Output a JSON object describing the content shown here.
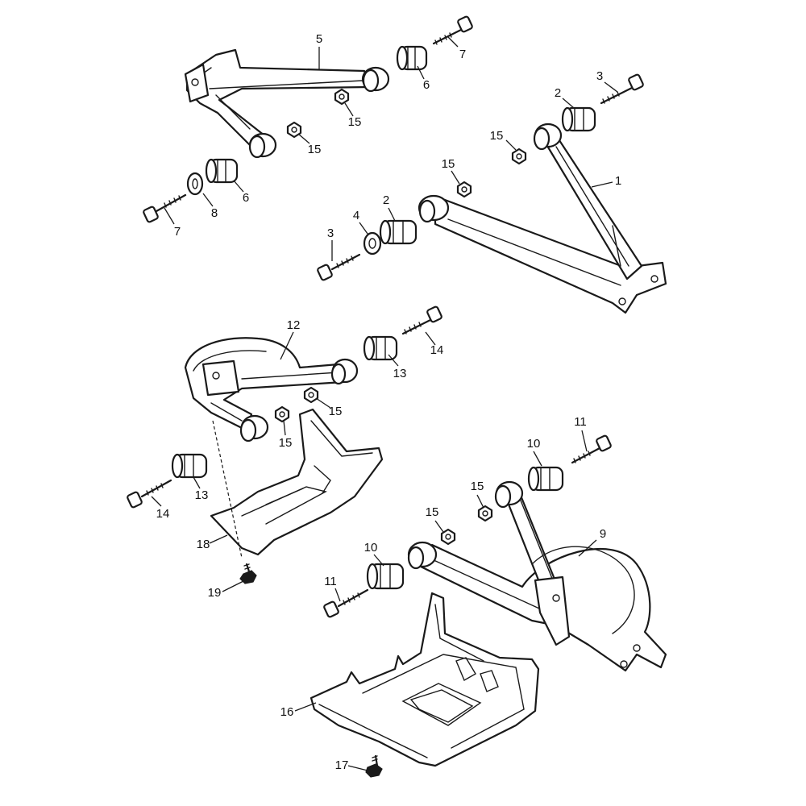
{
  "callouts": {
    "c1": "1",
    "c2a": "2",
    "c2b": "2",
    "c3a": "3",
    "c3b": "3",
    "c4": "4",
    "c5": "5",
    "c6a": "6",
    "c6b": "6",
    "c7a": "7",
    "c7b": "7",
    "c8": "8",
    "c9": "9",
    "c10a": "10",
    "c10b": "10",
    "c11a": "11",
    "c11b": "11",
    "c12": "12",
    "c13a": "13",
    "c13b": "13",
    "c14a": "14",
    "c14b": "14",
    "c15a": "15",
    "c15b": "15",
    "c15c": "15",
    "c15d": "15",
    "c15e": "15",
    "c15f": "15",
    "c15g": "15",
    "c15h": "15",
    "c16": "16",
    "c17": "17",
    "c18": "18",
    "c19": "19"
  }
}
